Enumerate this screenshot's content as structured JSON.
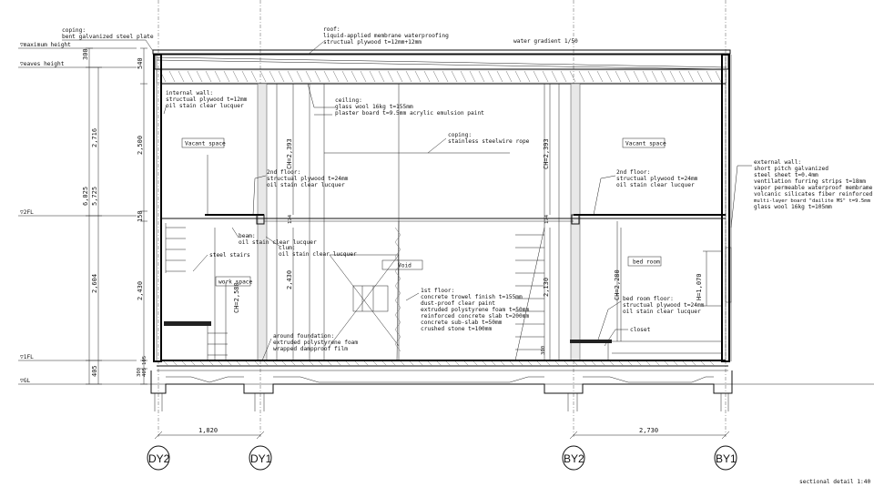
{
  "levels": {
    "maximum_height": "▽maximum height",
    "eaves_height": "▽eaves height",
    "fl2": "▽2FL",
    "fl1": "▽1FL",
    "gl": "▽GL"
  },
  "left_dims": {
    "d300": "300",
    "d540": "540",
    "d2716": "2,716",
    "d6025": "6,025",
    "d5725": "5,725",
    "d2500": "2,500",
    "d150": "150",
    "d2604": "2,604",
    "d2430": "2,430",
    "d405": "405",
    "d300b": "300",
    "d105": "105",
    "d405b": "405"
  },
  "notes": {
    "coping_top": [
      "coping:",
      "bent galvanized steel plate"
    ],
    "roof": [
      "roof:",
      "liquid-applied membrane waterproofing",
      "structual plywood t=12mm+12mm"
    ],
    "water_gradient": "water gradient  1/50",
    "internal_wall": [
      "internal wall:",
      "structual plywood t=12mm",
      "oil stain clear lucquer"
    ],
    "ceiling": [
      "ceiling:",
      "glass wool 16kg t=155mm",
      "plaster board t=9.5mm acrylic emulsion paint"
    ],
    "coping_rope": [
      "coping:",
      "stainless steelwire rope"
    ],
    "floor2_left": [
      "2nd floor:",
      "structual plywood t=24mm",
      "oil stain clear lucquer"
    ],
    "floor2_right": [
      "2nd floor:",
      "structual plywood t=24mm",
      "oil stain clear lucquer"
    ],
    "external_wall": [
      "external wall:",
      "short pitch galvanized",
      "steel sheet t=0.4mm",
      "ventilation furring strips t=18mm",
      "vapor permeable waterproof membrame",
      "volcanic silicates fiber reinforced",
      "multi-layer board \"dailite MS\" t=9.5mm",
      "glass wool 16kg t=105mm"
    ],
    "beam": [
      "beam:",
      "oil stain clear lucquer"
    ],
    "steel_stairs": "steel stairs",
    "clum": [
      "clum:",
      "oil stain clear lucquer"
    ],
    "floor1": [
      "1st floor:",
      "concrete trowel finish t=155mm",
      "dust-proof clear paint",
      "extruded polystyrene foam t=50mm",
      "reinforced concrete slab t=200mm",
      "concrete sub-slab t=50mm",
      "crushed stone t=100mm"
    ],
    "bedroom_floor": [
      "bed room floor:",
      "structual plywood t=24mm",
      "oil stain clear lucquer"
    ],
    "closet": "closet",
    "ground_foundation": [
      "around foundation:",
      "extruded polystyrene foam",
      "wrapped dampproof film"
    ]
  },
  "rooms": {
    "vacant_left": "Vacant space",
    "vacant_right": "Vacant space",
    "void": "Void",
    "work_space": "work space",
    "bed_room": "bed room"
  },
  "inner_dims": {
    "ch2393_l": "CH=2,393",
    "ch2393_r": "CH=2,393",
    "d174_l": "174",
    "d174_r": "174",
    "d2430_in": "2,430",
    "ch2580": "CH=2,580",
    "d2130": "2,130",
    "ch2280": "CH=2,280",
    "h1070": "H=1,070",
    "d300_in": "300"
  },
  "bottom_dims": {
    "span_left": "1,820",
    "span_right": "2,730"
  },
  "grid_lines": [
    "DY2",
    "DY1",
    "BY2",
    "BY1"
  ],
  "caption": "sectional detail 1:40"
}
